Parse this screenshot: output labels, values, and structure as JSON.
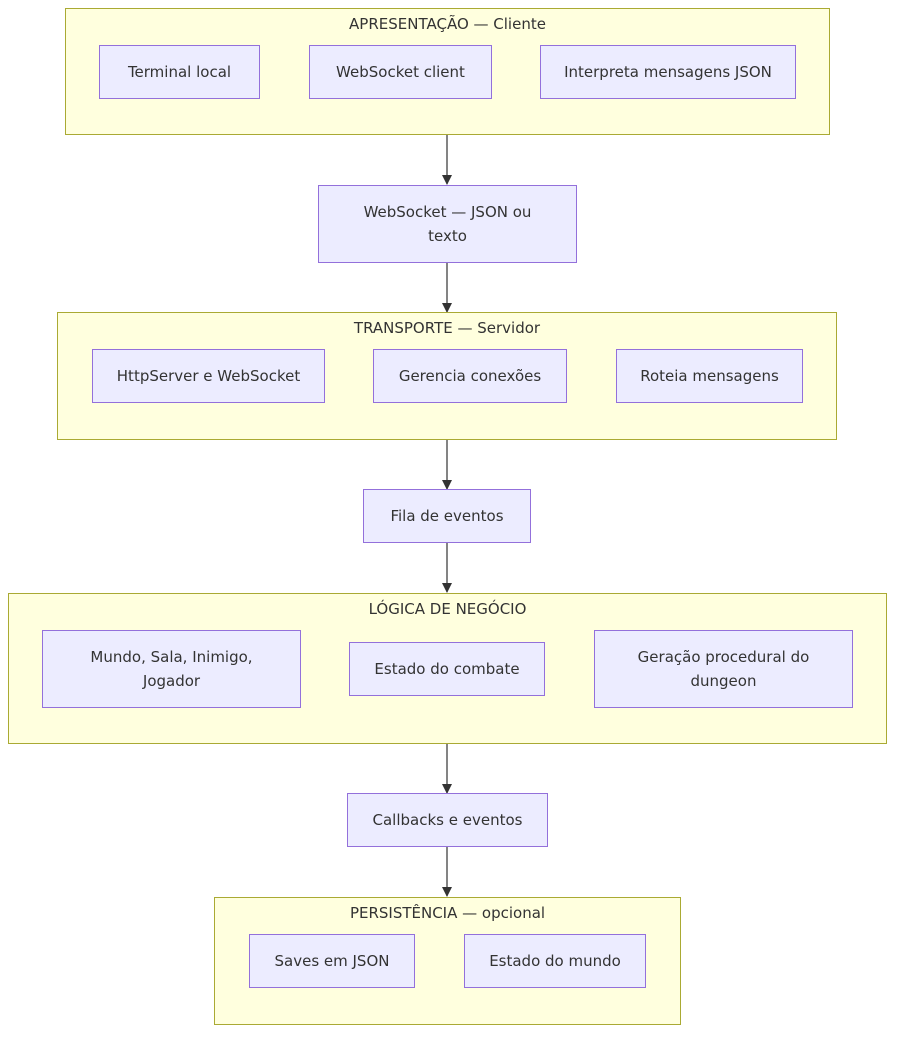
{
  "groups": {
    "apresentacao": "APRESENTAÇÃO — Cliente",
    "transporte": "TRANSPORTE — Servidor",
    "logica": "LÓGICA DE NEGÓCIO",
    "persistencia": "PERSISTÊNCIA — opcional"
  },
  "nodes": {
    "terminal_local": "Terminal local",
    "websocket_client": "WebSocket client",
    "interpreta_json": "Interpreta mensagens JSON",
    "websocket_json": "WebSocket — JSON ou texto",
    "httpserver": "HttpServer e WebSocket",
    "gerencia_conexoes": "Gerencia conexões",
    "roteia_mensagens": "Roteia mensagens",
    "fila_eventos": "Fila de eventos",
    "mundo_sala": "Mundo, Sala, Inimigo, Jogador",
    "estado_combate": "Estado do combate",
    "geracao_procedural": "Geração procedural do dungeon",
    "callbacks_eventos": "Callbacks e eventos",
    "saves_json": "Saves em JSON",
    "estado_mundo": "Estado do mundo"
  },
  "colors": {
    "group_fill": "#ffffde",
    "group_border": "#aaaa33",
    "node_fill": "#ececff",
    "node_border": "#9370db",
    "edge": "#333333"
  }
}
